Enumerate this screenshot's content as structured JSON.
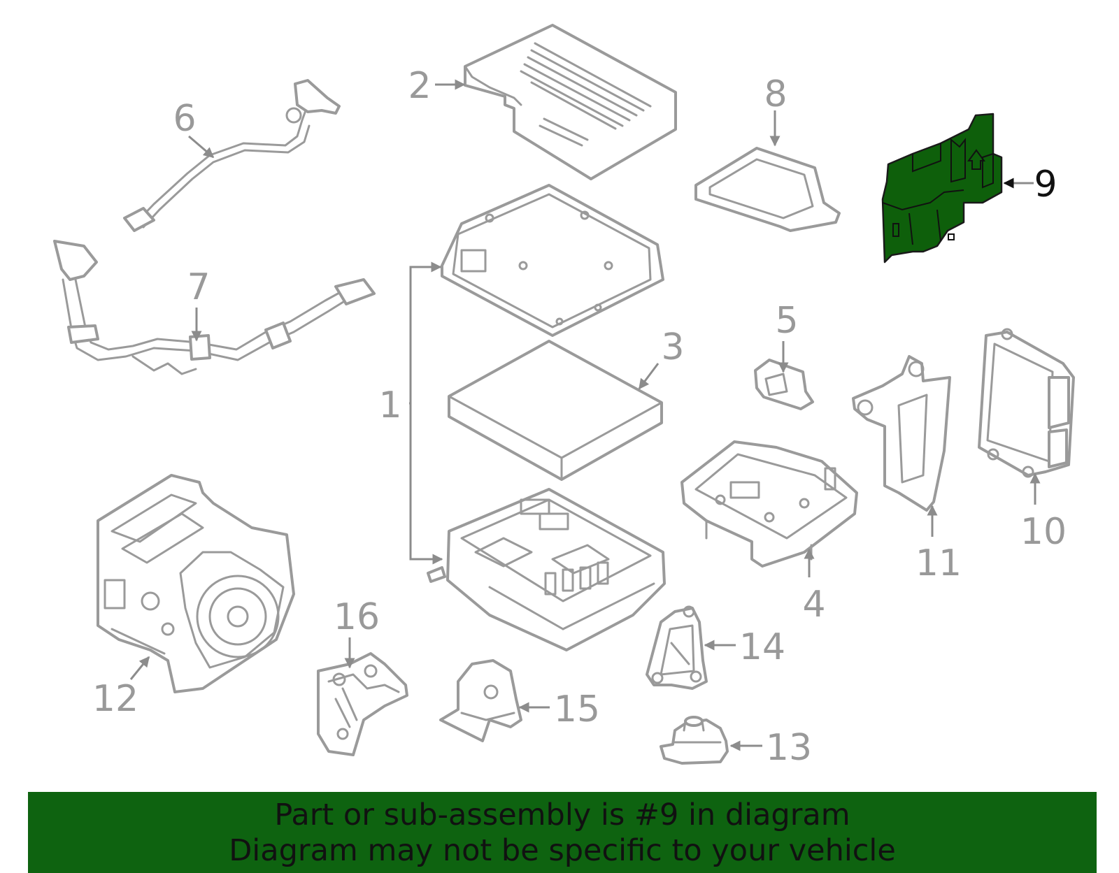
{
  "diagram": {
    "callouts": [
      "1",
      "2",
      "3",
      "4",
      "5",
      "6",
      "7",
      "8",
      "9",
      "10",
      "11",
      "12",
      "13",
      "14",
      "15",
      "16"
    ],
    "highlighted": "9",
    "highlight_color": "#0e5f0b",
    "line_color": "#9a9a9a"
  },
  "banner": {
    "line1": "Part or sub-assembly is #9 in diagram",
    "line2": "Diagram may not be specific to your vehicle",
    "background": "#0e6310"
  }
}
